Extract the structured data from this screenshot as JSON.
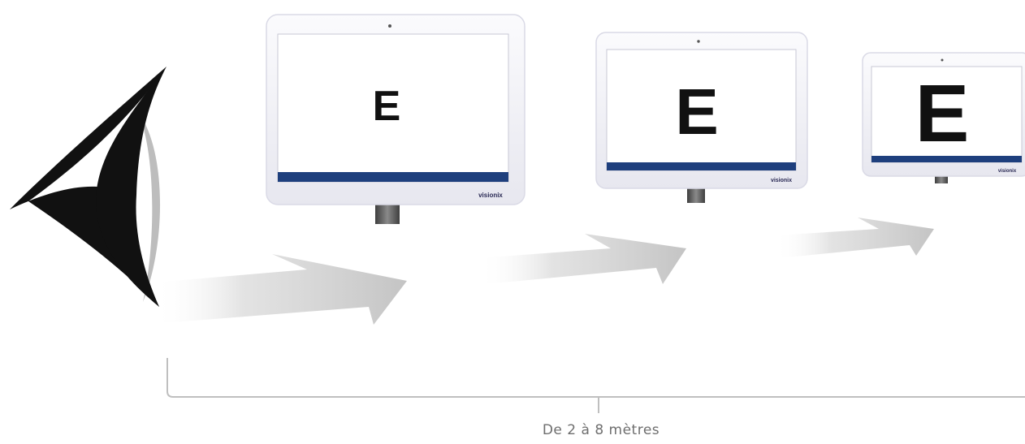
{
  "diagram": {
    "distance_label": "De 2 à 8 mètres",
    "monitors": [
      {
        "letter": "E",
        "brand": "visionix"
      },
      {
        "letter": "E",
        "brand": "visionix"
      },
      {
        "letter": "E",
        "brand": "visionix"
      }
    ],
    "colors": {
      "eye": "#111111",
      "iris_shade": "#bdbdbd",
      "arrow": "#c9c9c9",
      "bracket": "#bfbfbf",
      "monitor_bezel": "#f2f2f6",
      "monitor_screen": "#ffffff",
      "monitor_taskbar": "#1e3f7d",
      "stand": "#5a5a5a",
      "caption": "#6e6e6e"
    },
    "icons": [
      "eye-icon",
      "arrow-icon",
      "monitor-icon"
    ]
  }
}
